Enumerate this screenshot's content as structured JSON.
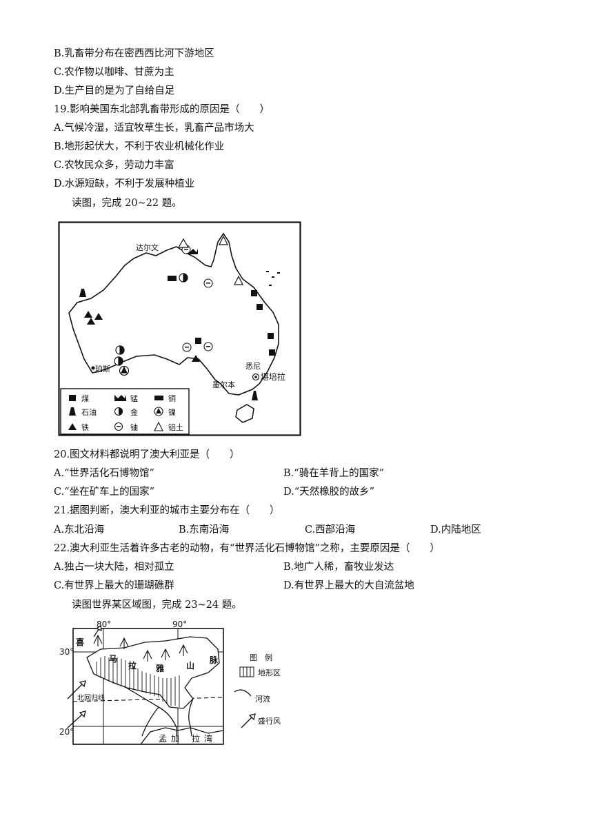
{
  "continued_options": {
    "B": "B.乳畜带分布在密西西比河下游地区",
    "C": "C.农作物以咖啡、甘蔗为主",
    "D": "D.生产目的是为了自给自足"
  },
  "q19": {
    "stem": "19.影响美国东北部乳畜带形成的原因是（　　）",
    "A": "A.气候冷湿，适宜牧草生长，乳畜产品市场大",
    "B": "B.地形起伏大，不利于农业机械化作业",
    "C": "C.农牧民众多，劳动力丰富",
    "D": "D.水源短缺，不利于发展种植业"
  },
  "intro_20_22": "读图，完成 20~22 题。",
  "australia_map": {
    "city_labels": [
      "达尔文",
      "珀斯",
      "悉尼",
      "墨尔本",
      "堪培拉"
    ],
    "legend": [
      "煤",
      "锰",
      "铜",
      "石油",
      "金",
      "镍",
      "铁",
      "铀",
      "铝土"
    ]
  },
  "q20": {
    "stem": "20.图文材料都说明了澳大利亚是（　　）",
    "A": "A.“世界活化石博物馆”",
    "B": "B.“骑在羊背上的国家”",
    "C": "C.“坐在矿车上的国家”",
    "D": "D.“天然橡胶的故乡”"
  },
  "q21": {
    "stem": "21.据图判断，澳大利亚的城市主要分布在（　　）",
    "A": "A.东北沿海",
    "B": "B.东南沿海",
    "C": "C.西部沿海",
    "D": "D.内陆地区"
  },
  "q22": {
    "stem": "22.澳大利亚生活着许多古老的动物，有“世界活化石博物馆”之称，主要原因是（　　）",
    "A": "A.独占一块大陆，相对孤立",
    "B": "B.地广人稀，畜牧业发达",
    "C": "C.有世界上最大的珊瑚礁群",
    "D": "D.有世界上最大的大自流盆地"
  },
  "intro_23_24": "读图世界某区域图，完成 23~24 题。",
  "region_map": {
    "lon_labels": [
      "80°",
      "90°"
    ],
    "lat_labels": [
      "30°",
      "20°"
    ],
    "tropic_label": "北回归线",
    "mountain_chars": [
      "喜",
      "马",
      "拉",
      "雅",
      "山",
      "脉"
    ],
    "bay_chars": [
      "孟",
      "加",
      "拉",
      "湾"
    ],
    "legend_title": "图　例",
    "legend": [
      "地形区",
      "河流",
      "盛行风"
    ]
  }
}
